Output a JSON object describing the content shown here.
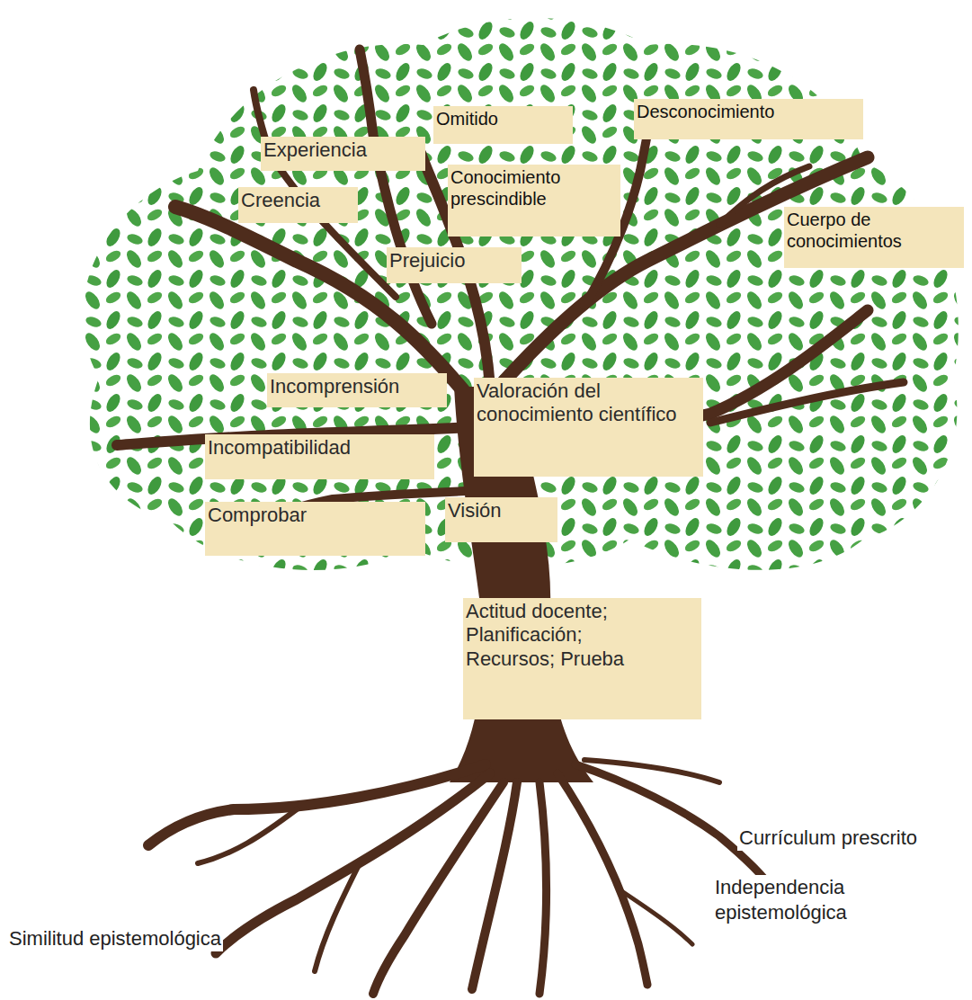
{
  "diagram": {
    "nodes": [
      {
        "text": [
          "Omitido"
        ]
      },
      {
        "text": [
          "Desconocimiento"
        ]
      },
      {
        "text": [
          "Experiencia"
        ]
      },
      {
        "text": [
          "Conocimiento prescindible"
        ]
      },
      {
        "text": [
          "Creencia"
        ]
      },
      {
        "text": [
          "Cuerpo de conocimientos"
        ]
      },
      {
        "text": [
          "Prejuicio"
        ]
      },
      {
        "text": [
          "Incomprensión"
        ]
      },
      {
        "text": [
          "Valoración del conocimiento científico"
        ]
      },
      {
        "text": [
          "Incompatibilidad"
        ]
      },
      {
        "text": [
          "Comprobar"
        ]
      },
      {
        "text": [
          "Visión"
        ]
      },
      {
        "text": [
          "Actitud docente; Planificación; Recursos; Prueba"
        ]
      }
    ],
    "labels": [
      "Currículum prescrito",
      "Similitud epistemológica",
      "Independencia epistemológica"
    ]
  }
}
